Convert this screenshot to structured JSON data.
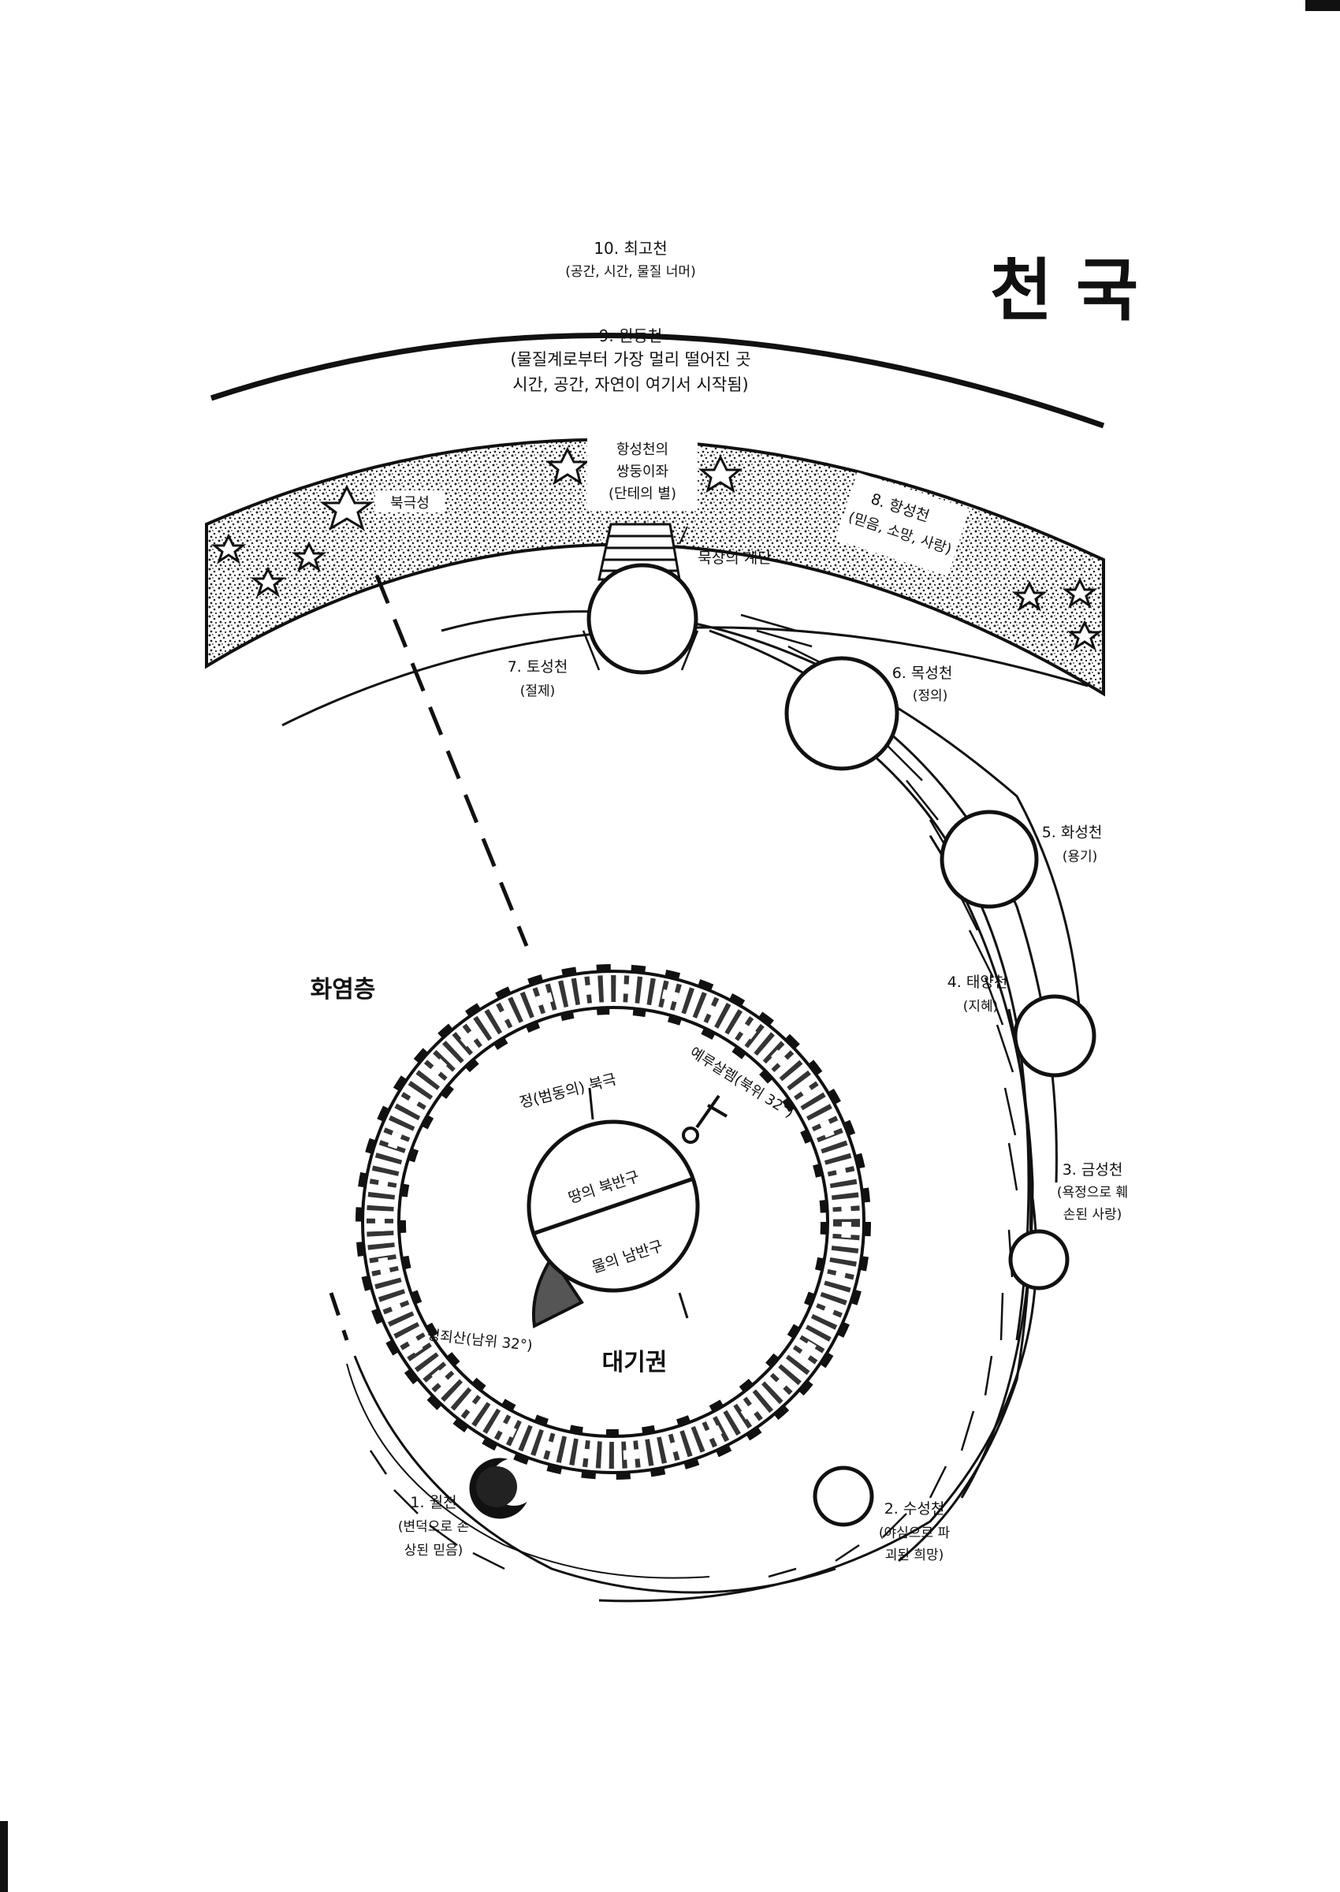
{
  "title": "천 국",
  "heavens": {
    "empyrean": {
      "label": "10. 최고천",
      "sub": "(공간, 시간, 물질 너머)"
    },
    "primum_mobile": {
      "label": "9. 원동천",
      "sub1": "(물질계로부터 가장 멀리 떨어진 곳",
      "sub2": "시간, 공간, 자연이 여기서 시작됨)"
    },
    "fixed_stars": {
      "label": "8. 항성천",
      "sub": "(믿음, 소망, 사랑)"
    },
    "twins": {
      "line1": "항성천의",
      "line2": "쌍둥이좌",
      "line3": "(단테의 별)"
    },
    "ladder": {
      "label": "묵상의 계단"
    },
    "north_star": {
      "label": "북극성"
    },
    "saturn": {
      "label": "7. 토성천",
      "sub": "(절제)"
    },
    "jupiter": {
      "label": "6. 목성천",
      "sub": "(정의)"
    },
    "mars": {
      "label": "5. 화성천",
      "sub": "(용기)"
    },
    "sun": {
      "label": "4. 태양천",
      "sub": "(지혜)"
    },
    "venus": {
      "label": "3. 금성천",
      "sub1": "(욕정으로 훼",
      "sub2": "손된 사랑)"
    },
    "mercury": {
      "label": "2. 수성천",
      "sub1": "(야심으로 파",
      "sub2": "괴된 희망)"
    },
    "moon": {
      "label": "1. 월천",
      "sub1": "(변덕으로 손",
      "sub2": "상된 믿음)"
    }
  },
  "earth": {
    "fire_layer": "화염층",
    "atmosphere": "대기권",
    "north_hemisphere": "땅의 북반구",
    "south_hemisphere": "물의 남반구",
    "north_pole": "정(범동의) 북극",
    "jerusalem": "예루살렘(북위 32°)",
    "purgatory": "정죄산(남위 32°)"
  }
}
